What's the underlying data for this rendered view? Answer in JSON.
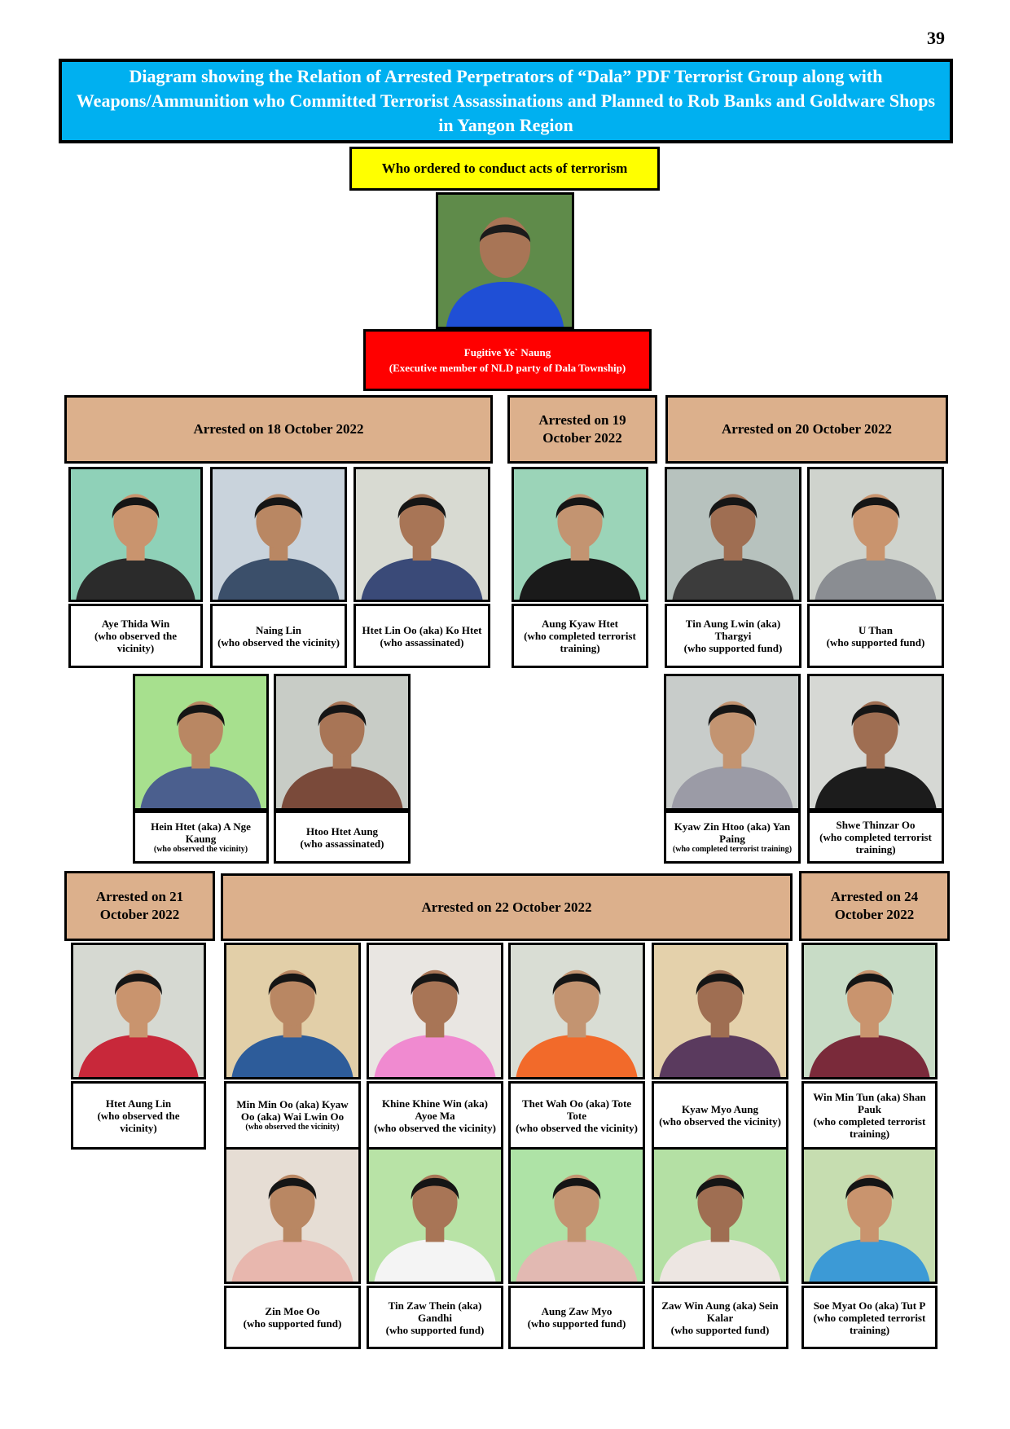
{
  "page_number": "39",
  "title": "Diagram showing the Relation of Arrested Perpetrators of “Dala” PDF Terrorist Group along with Weapons/Ammunition who Committed Terrorist Assassinations and Planned to Rob Banks and Goldware Shops in Yangon Region",
  "ordered_label": "Who ordered to conduct acts of terrorism",
  "leader": {
    "name": "Fugitive Ye` Naung",
    "role": "(Executive member of NLD party of Dala Township)"
  },
  "dates": {
    "oct18": "Arrested on 18 October 2022",
    "oct19": "Arrested on 19 October 2022",
    "oct20": "Arrested on 20 October 2022",
    "oct21": "Arrested on 21 October 2022",
    "oct22": "Arrested on 22 October 2022",
    "oct24": "Arrested on 24 October 2022"
  },
  "people": [
    {
      "name": "Aye Thida Win",
      "role": "(who observed the vicinity)",
      "bg": "#8fd1b8",
      "shirt": "#2b2b2b"
    },
    {
      "name": "Naing Lin",
      "role": "(who observed the vicinity)",
      "bg": "#c9d3dc",
      "shirt": "#3b4f6a"
    },
    {
      "name": "Htet Lin Oo (aka) Ko Htet",
      "role": "(who assassinated)",
      "bg": "#d8dad2",
      "shirt": "#3a4a78"
    },
    {
      "name": "Aung Kyaw Htet",
      "role": "(who completed terrorist training)",
      "bg": "#9bd4b8",
      "shirt": "#1a1a1a"
    },
    {
      "name": "Tin Aung Lwin (aka) Thargyi",
      "role": "(who supported fund)",
      "bg": "#b7c2be",
      "shirt": "#3c3c3c"
    },
    {
      "name": "U Than",
      "role": "(who supported fund)",
      "bg": "#cfd3cd",
      "shirt": "#8a8d92"
    },
    {
      "name": "Hein Htet (aka) A Nge Kaung",
      "role": "(who observed the vicinity)",
      "bg": "#a7e08e",
      "shirt": "#4b5f8e"
    },
    {
      "name": "Htoo Htet Aung",
      "role": "(who assassinated)",
      "bg": "#c8ccc6",
      "shirt": "#7a4a3a"
    },
    {
      "name": "Kyaw Zin Htoo (aka) Yan Paing",
      "role": "(who completed terrorist training)",
      "bg": "#c8ccca",
      "shirt": "#9b9ba6"
    },
    {
      "name": "Shwe Thinzar Oo",
      "role": "(who completed terrorist training)",
      "bg": "#d6d8d4",
      "shirt": "#1c1c1c"
    },
    {
      "name": "Htet Aung Lin",
      "role": "(who observed the vicinity)",
      "bg": "#d6d9d2",
      "shirt": "#c8283a"
    },
    {
      "name": "Min Min Oo (aka) Kyaw Oo (aka) Wai Lwin Oo",
      "role": "(who observed the vicinity)",
      "bg": "#e2cfa8",
      "shirt": "#2d5c9a"
    },
    {
      "name": "Khine Khine Win (aka) Ayoe Ma",
      "role": "(who observed the vicinity)",
      "bg": "#e9e6e2",
      "shirt": "#f08ad0"
    },
    {
      "name": "Thet Wah Oo (aka) Tote Tote",
      "role": "(who observed the vicinity)",
      "bg": "#d9ddd4",
      "shirt": "#f26a2a"
    },
    {
      "name": "Kyaw Myo Aung",
      "role": "(who observed the vicinity)",
      "bg": "#e4d1ab",
      "shirt": "#5a3a5e"
    },
    {
      "name": "Win Min Tun (aka) Shan Pauk",
      "role": "(who completed terrorist training)",
      "bg": "#c8dcc6",
      "shirt": "#7a2a3a"
    },
    {
      "name": "Zin Moe Oo",
      "role": "(who supported fund)",
      "bg": "#e6ddd4",
      "shirt": "#e8b7ae"
    },
    {
      "name": "Tin Zaw Thein (aka) Gandhi",
      "role": "(who supported fund)",
      "bg": "#b8e3a6",
      "shirt": "#f4f4f4"
    },
    {
      "name": "Aung Zaw Myo",
      "role": "(who supported fund)",
      "bg": "#aee3a6",
      "shirt": "#e2b9b2"
    },
    {
      "name": "Zaw Win Aung (aka) Sein Kalar",
      "role": "(who supported fund)",
      "bg": "#b4e0a4",
      "shirt": "#ede6e2"
    },
    {
      "name": "Soe Myat Oo (aka) Tut P",
      "role": "(who completed terrorist training)",
      "bg": "#c6ddb0",
      "shirt": "#3c9ad6"
    }
  ],
  "leader_colors": {
    "bg": "#5f8b4a",
    "shirt": "#1f4fd6"
  }
}
